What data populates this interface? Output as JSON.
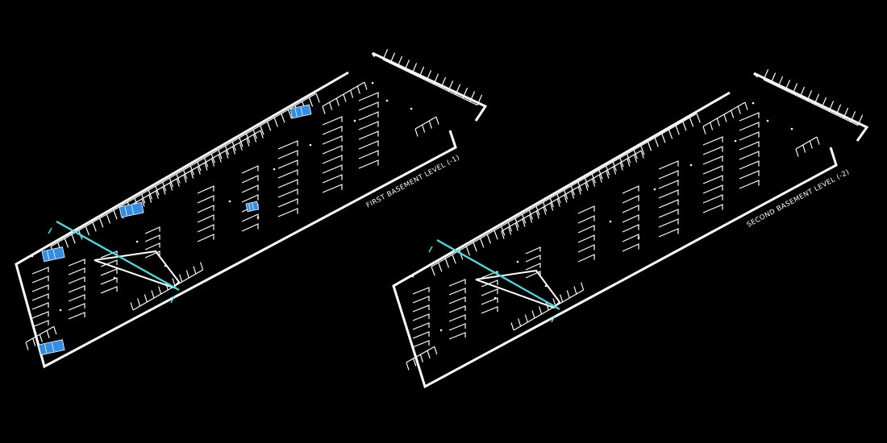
{
  "colors": {
    "background": "#000000",
    "line": "#ffffff",
    "section_cut": "#3ee6e6",
    "highlight_blue": "#2f8fe8"
  },
  "plans": [
    {
      "id": "level-1",
      "label": "FIRST BASEMENT LEVEL (-1)",
      "has_blue_spaces": true
    },
    {
      "id": "level-2",
      "label": "SECOND BASEMENT LEVEL (-2)",
      "has_blue_spaces": false
    }
  ]
}
